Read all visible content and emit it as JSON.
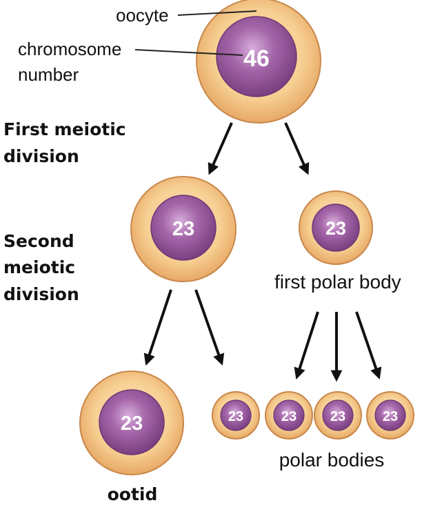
{
  "labels": {
    "oocyte": "oocyte",
    "chromosome_line1": "chromosome",
    "chromosome_line2": "number",
    "first_meiotic_line1": "First meiotic",
    "first_meiotic_line2": "division",
    "second_meiotic_line1": "Second",
    "second_meiotic_line2": "meiotic",
    "second_meiotic_line3": "division",
    "first_polar_body": "first polar body",
    "polar_bodies": "polar bodies",
    "ootid": "ootid"
  },
  "cells": {
    "oocyte": "46",
    "secondary_oocyte": "23",
    "first_polar_body": "23",
    "ootid": "23",
    "polar_body_1": "23",
    "polar_body_2": "23",
    "polar_body_3": "23",
    "polar_body_4": "23"
  },
  "colors": {
    "cytoplasm": "#f4c98a",
    "membrane": "#c8874a",
    "nucleus": "#8e4f93",
    "nucleus_light": "#c79acb",
    "arrow": "#111111"
  }
}
